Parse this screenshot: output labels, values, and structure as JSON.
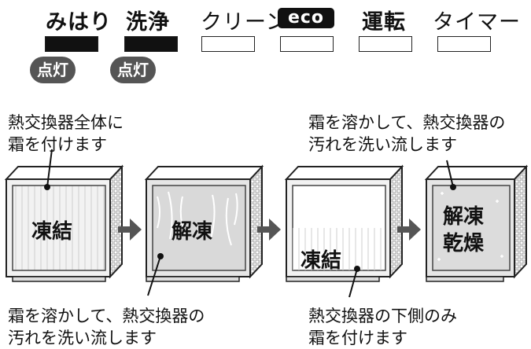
{
  "indicators": [
    {
      "label": "みはり",
      "state": "on",
      "badge": "点灯"
    },
    {
      "label": "洗浄",
      "state": "on",
      "badge": "点灯"
    },
    {
      "label": "クリーン",
      "state": "off"
    },
    {
      "label": "eco",
      "state": "off"
    },
    {
      "label": "運転",
      "state": "off"
    },
    {
      "label": "タイマー",
      "state": "off"
    }
  ],
  "steps": [
    {
      "label": "凍結",
      "callout": "熱交換器全体に\n霜を付けます"
    },
    {
      "label": "解凍",
      "callout": "霜を溶かして、熱交換器の\n汚れを洗い流します"
    },
    {
      "label": "凍結",
      "callout": "熱交換器の下側のみ\n霜を付けます"
    },
    {
      "label_line1": "解凍",
      "label_line2": "乾燥",
      "callout": "霜を溶かして、熱交換器の\n汚れを洗い流します"
    }
  ]
}
